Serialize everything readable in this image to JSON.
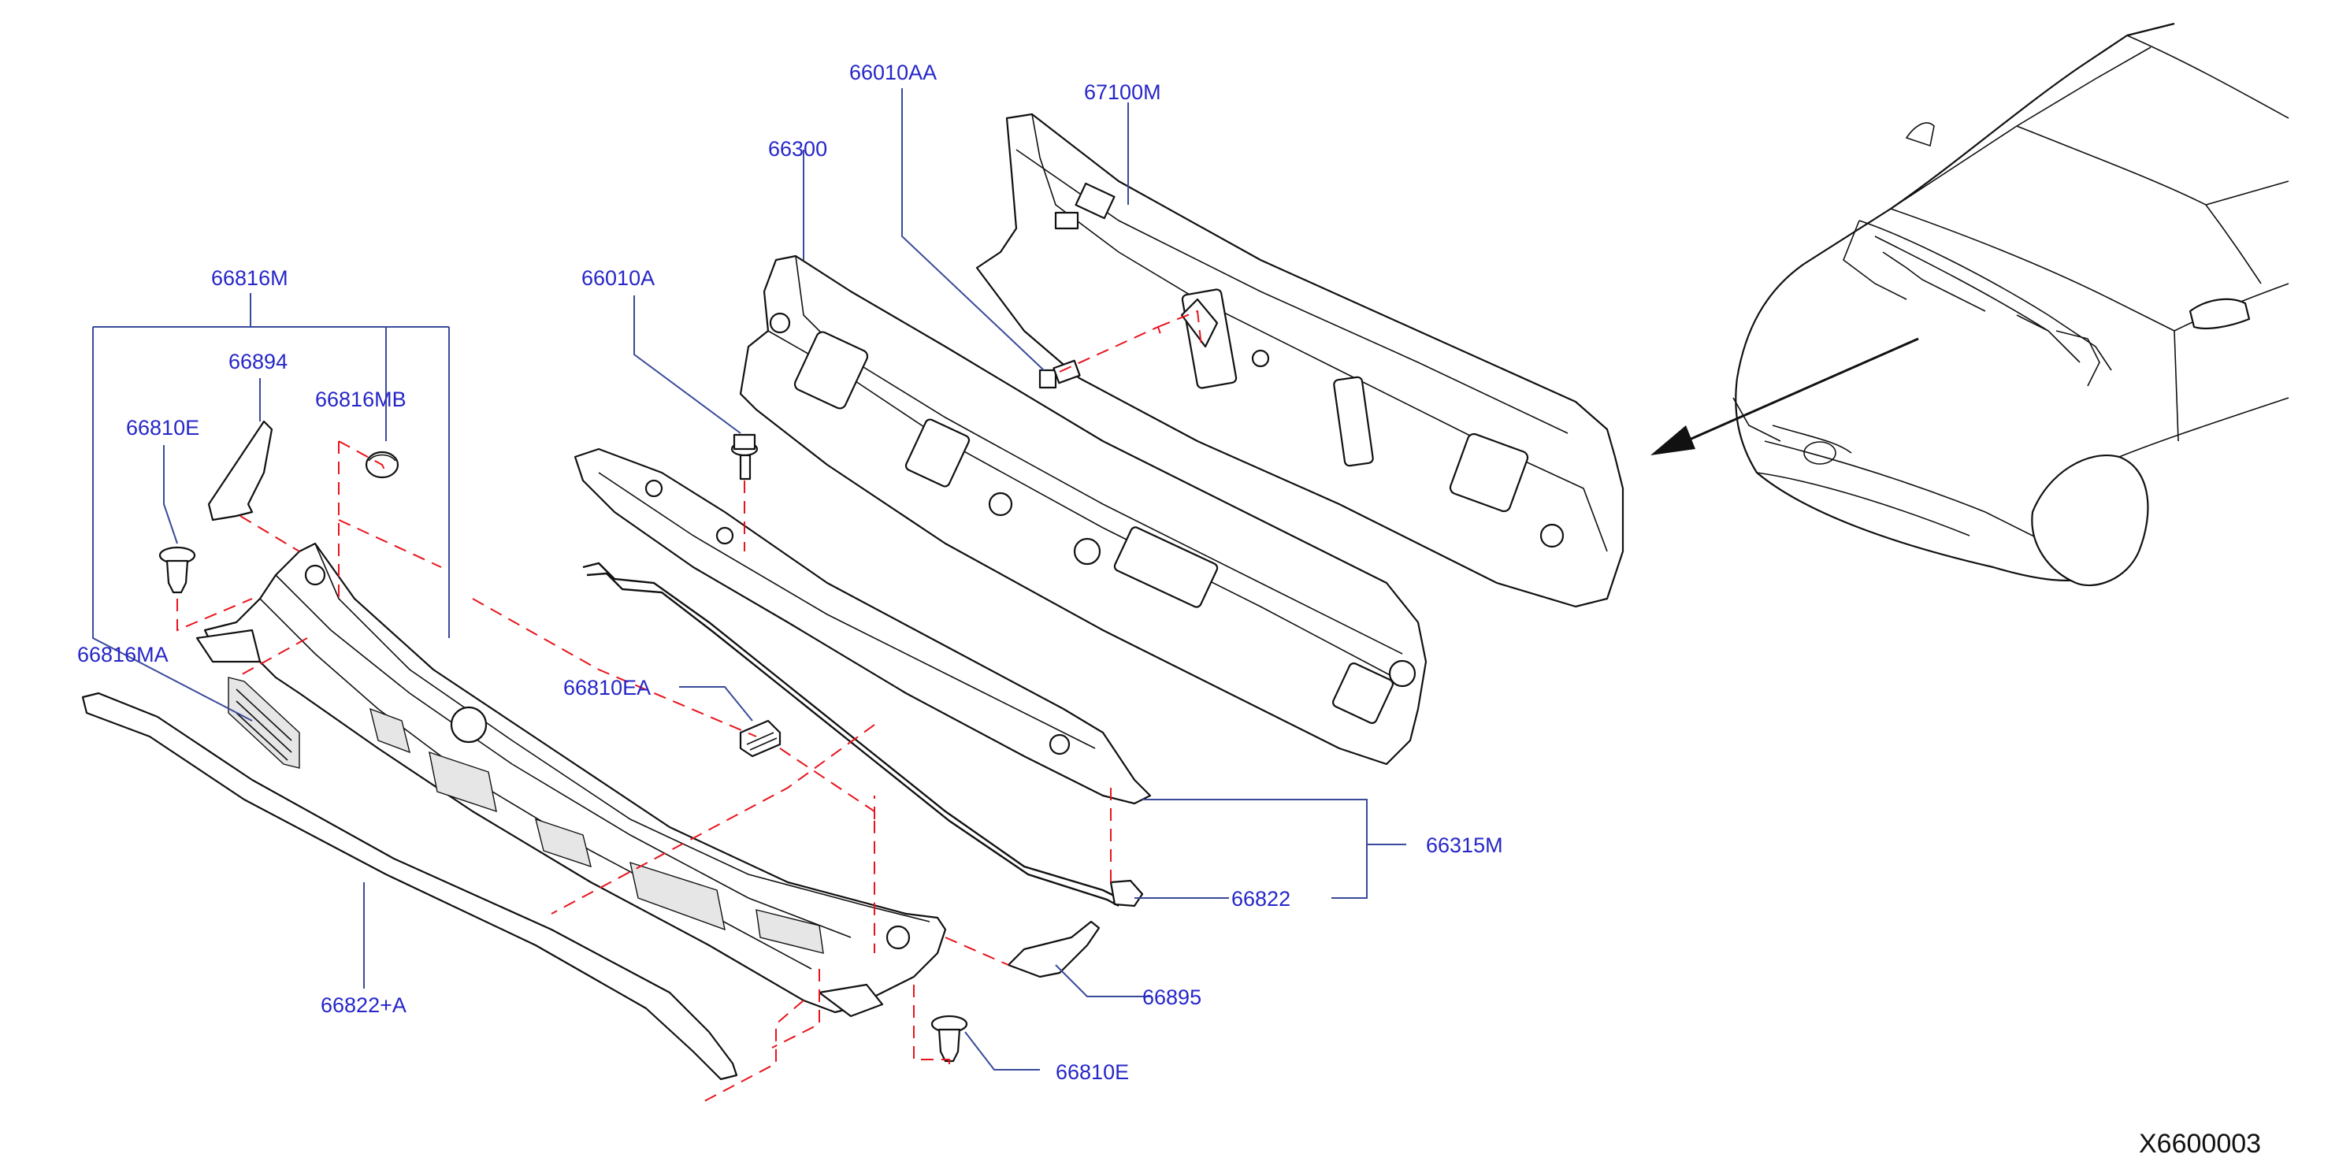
{
  "colors": {
    "label": "#2626c9",
    "leader": "#3a4a9a",
    "dashed": "#e8141c",
    "line": "#111111"
  },
  "labels": {
    "p66010AA": "66010AA",
    "p67100M": "67100M",
    "p66300": "66300",
    "p66010A": "66010A",
    "p66816M": "66816M",
    "p66894": "66894",
    "p66816MB": "66816MB",
    "p66810E_top": "66810E",
    "p66816MA": "66816MA",
    "p66810EA": "66810EA",
    "p66315M": "66315M",
    "p66822": "66822",
    "p66895": "66895",
    "p66822A": "66822+A",
    "p66810E_bottom": "66810E"
  },
  "reference": "X6600003"
}
